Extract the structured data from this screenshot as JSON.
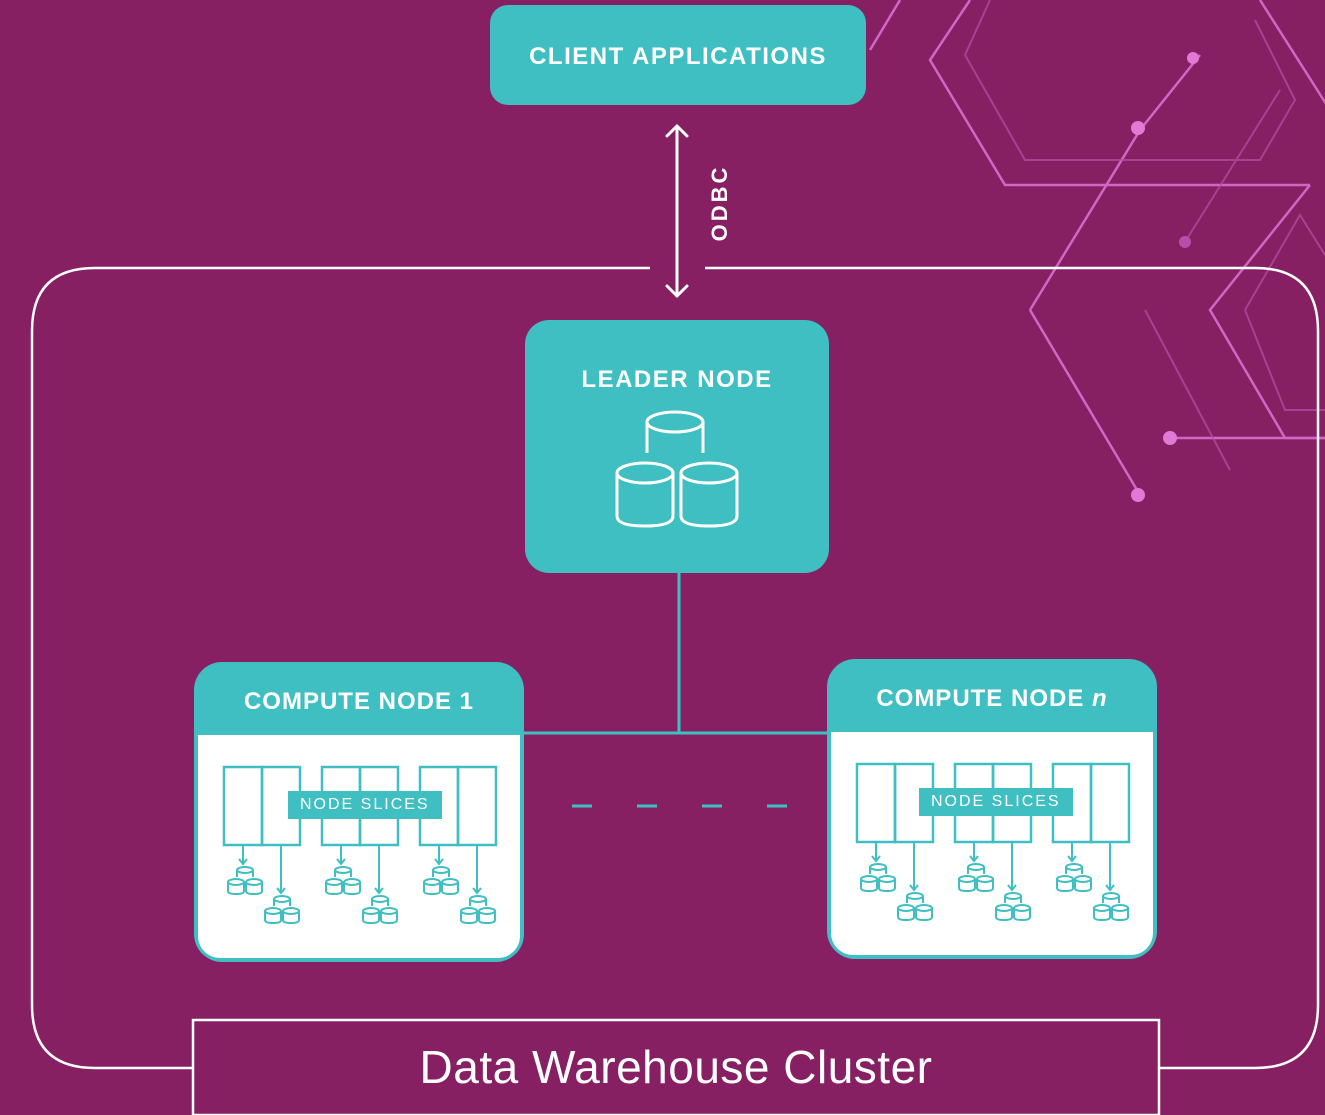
{
  "client": {
    "label": "CLIENT APPLICATIONS"
  },
  "connection": {
    "label": "ODBC"
  },
  "leader": {
    "label": "LEADER NODE"
  },
  "compute_nodes": [
    {
      "label_prefix": "COMPUTE NODE",
      "label_suffix": "1",
      "slices_label": "NODE SLICES"
    },
    {
      "label_prefix": "COMPUTE NODE",
      "label_suffix": "n",
      "slices_label": "NODE SLICES"
    }
  ],
  "cluster": {
    "title": "Data Warehouse Cluster"
  },
  "colors": {
    "background": "#862063",
    "accent": "#3fbfc1",
    "decor": "#e07ad6"
  }
}
